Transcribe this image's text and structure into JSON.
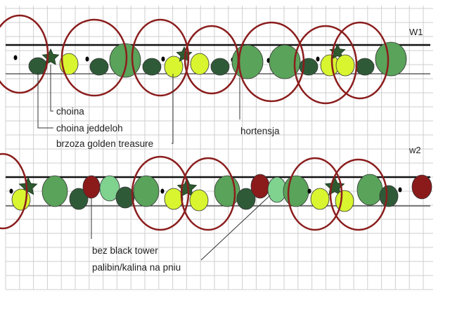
{
  "row_labels": {
    "w1": "W1",
    "w2": "w2"
  },
  "labels": {
    "choina": "choina",
    "choina_jeddeloh": "choina jeddeloh",
    "brzoza_golden_treasure": "brzoza golden treasure",
    "hortensja": "hortensja",
    "bez_black_tower": "bez black tower",
    "palibin_kalina": "palibin/kalina na pniu"
  },
  "colors": {
    "grid": "#cfcfcf",
    "line": "#111111",
    "circle_outline": "#8b1d1d",
    "choina_dark": "#2e5a30",
    "jeddeloh": "#2f5a38",
    "hortensja": "#5aa35a",
    "brzoza": "#d8f530",
    "bez": "#8b1a1a",
    "kalina": "#7fd38f",
    "dot": "#000000"
  },
  "icons": [
    "star-icon",
    "circle-outline-icon",
    "dot-icon"
  ]
}
